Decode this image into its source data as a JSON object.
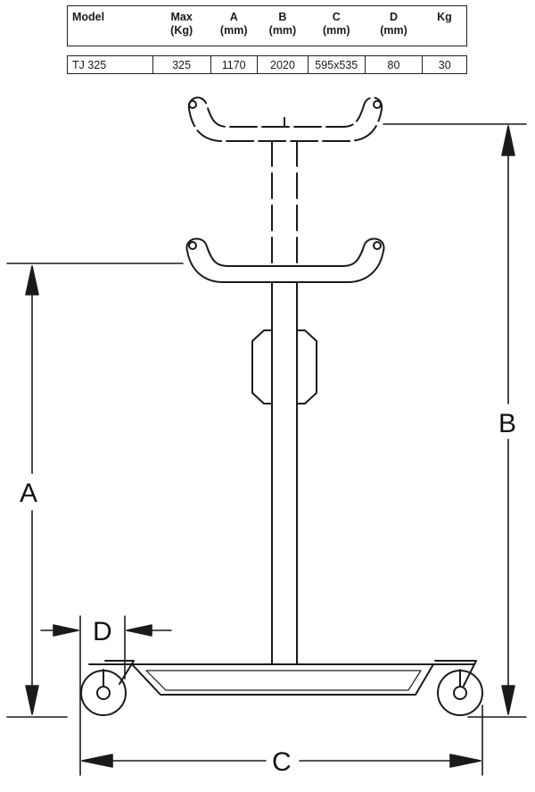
{
  "spec_table": {
    "headers": [
      {
        "line1": "Model",
        "line2": ""
      },
      {
        "line1": "Max",
        "line2": "(Kg)"
      },
      {
        "line1": "A",
        "line2": "(mm)"
      },
      {
        "line1": "B",
        "line2": "(mm)"
      },
      {
        "line1": "C",
        "line2": "(mm)"
      },
      {
        "line1": "D",
        "line2": "(mm)"
      },
      {
        "line1": "Kg",
        "line2": ""
      }
    ],
    "rows": [
      [
        "TJ 325",
        "325",
        "1170",
        "2020",
        "595x535",
        "80",
        "30"
      ]
    ]
  },
  "dimensions": {
    "A": "A",
    "B": "B",
    "C": "C",
    "D": "D"
  },
  "colors": {
    "line": "#1a1a1a",
    "background": "#ffffff"
  }
}
